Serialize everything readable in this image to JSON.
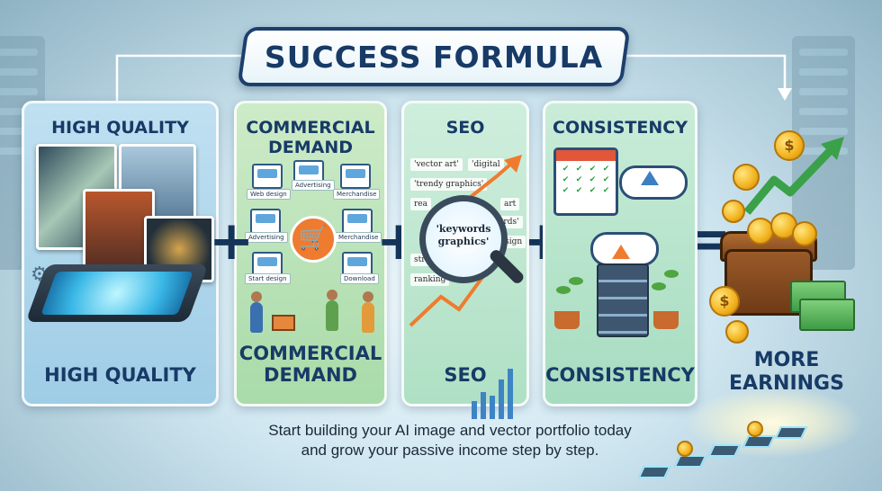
{
  "title": "SUCCESS FORMULA",
  "panels": [
    {
      "top_label": "HIGH QUALITY",
      "bottom_label": "HIGH QUALITY"
    },
    {
      "top_label": "COMMERCIAL\nDEMAND",
      "bottom_label": "COMMERCIAL\nDEMAND",
      "items": [
        "Web design",
        "Advertising",
        "Merchandise",
        "Advertising",
        "Merchandise",
        "Start design",
        "Download"
      ]
    },
    {
      "top_label": "SEO",
      "bottom_label": "SEO",
      "keywords": [
        "'vector art'",
        "'digital",
        "'trendy graphics'",
        "art",
        "rea",
        "ords'",
        "design",
        "stratch",
        "ranking"
      ],
      "lens_text": "'keywords\ngraphics'"
    },
    {
      "top_label": "CONSISTENCY",
      "bottom_label": "CONSISTENCY"
    }
  ],
  "operators": {
    "plus": "+",
    "equals": "="
  },
  "result": {
    "label": "MORE\nEARNINGS",
    "coin_symbol": "$"
  },
  "footer": "Start building your AI image and vector portfolio today\nand grow your passive income step by step.",
  "colors": {
    "title_text": "#173a66",
    "accent_orange": "#ef7b2f",
    "gold": "#f2b21e"
  }
}
